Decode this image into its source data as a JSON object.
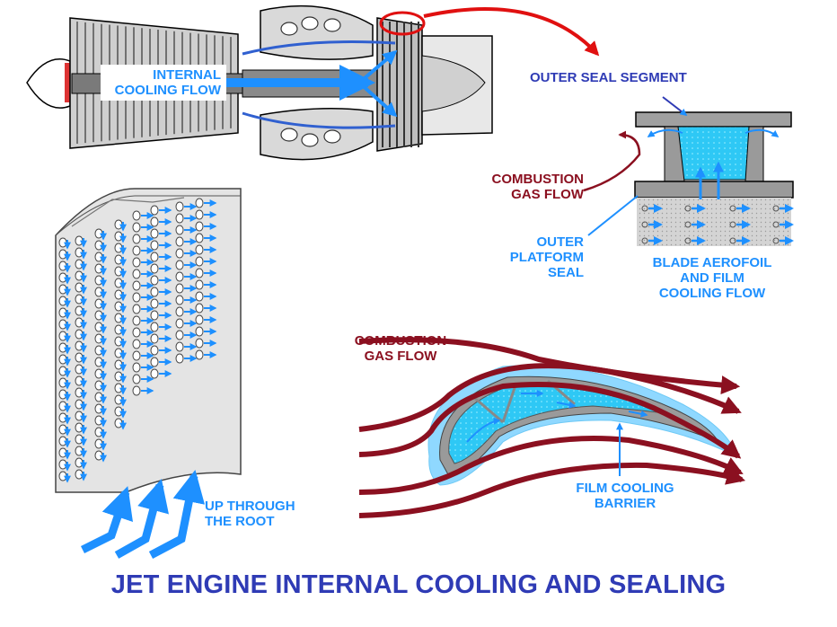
{
  "title": "JET ENGINE INTERNAL COOLING AND SEALING",
  "labels": {
    "internal_cooling_flow": [
      "INTERNAL",
      "COOLING FLOW"
    ],
    "outer_seal_segment": "OUTER SEAL SEGMENT",
    "combustion_gas_flow_top": [
      "COMBUSTION",
      "GAS FLOW"
    ],
    "outer_platform_seal": [
      "OUTER",
      "PLATFORM",
      "SEAL"
    ],
    "blade_aerofoil_film": [
      "BLADE AEROFOIL",
      "AND FILM",
      "COOLING FLOW"
    ],
    "combustion_gas_flow_bottom": [
      "COMBUSTION",
      "GAS FLOW"
    ],
    "up_through_root": [
      "UP THROUGH",
      "THE ROOT"
    ],
    "film_cooling_barrier": [
      "FILM COOLING",
      "BARRIER"
    ]
  },
  "colors": {
    "cooling_blue": "#1e90ff",
    "light_cyan": "#3fd4ff",
    "combustion_red": "#8b1020",
    "highlight_red": "#e01010",
    "title_blue": "#2f3bb5",
    "label_blue": "#1e90ff",
    "label_red": "#8b1020",
    "metal_gray": "#a8a8a8"
  }
}
